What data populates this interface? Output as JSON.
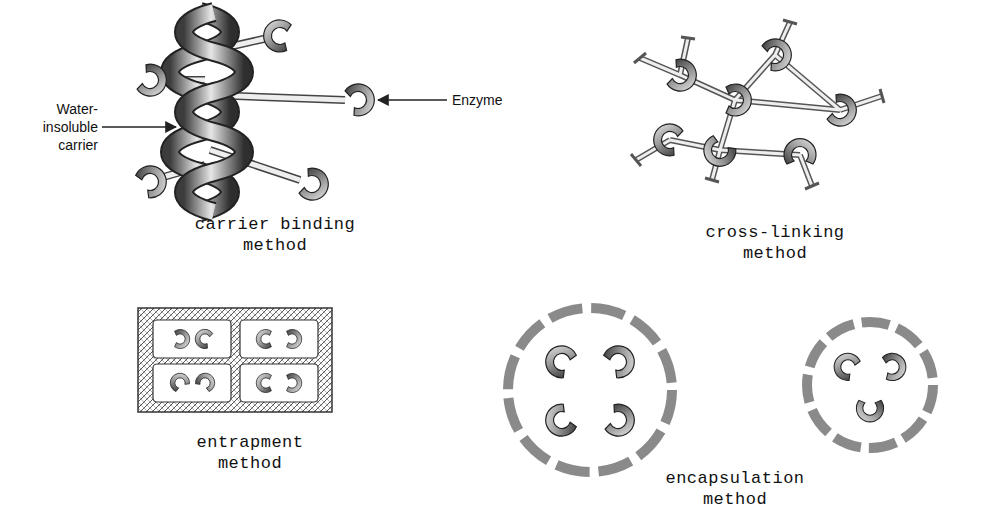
{
  "diagram": {
    "labels": [
      "Enzyme",
      "Water-insoluble carrier",
      "carrier binding method",
      "cross-linking method",
      "entrapment method",
      "encapsulation method"
    ]
  }
}
